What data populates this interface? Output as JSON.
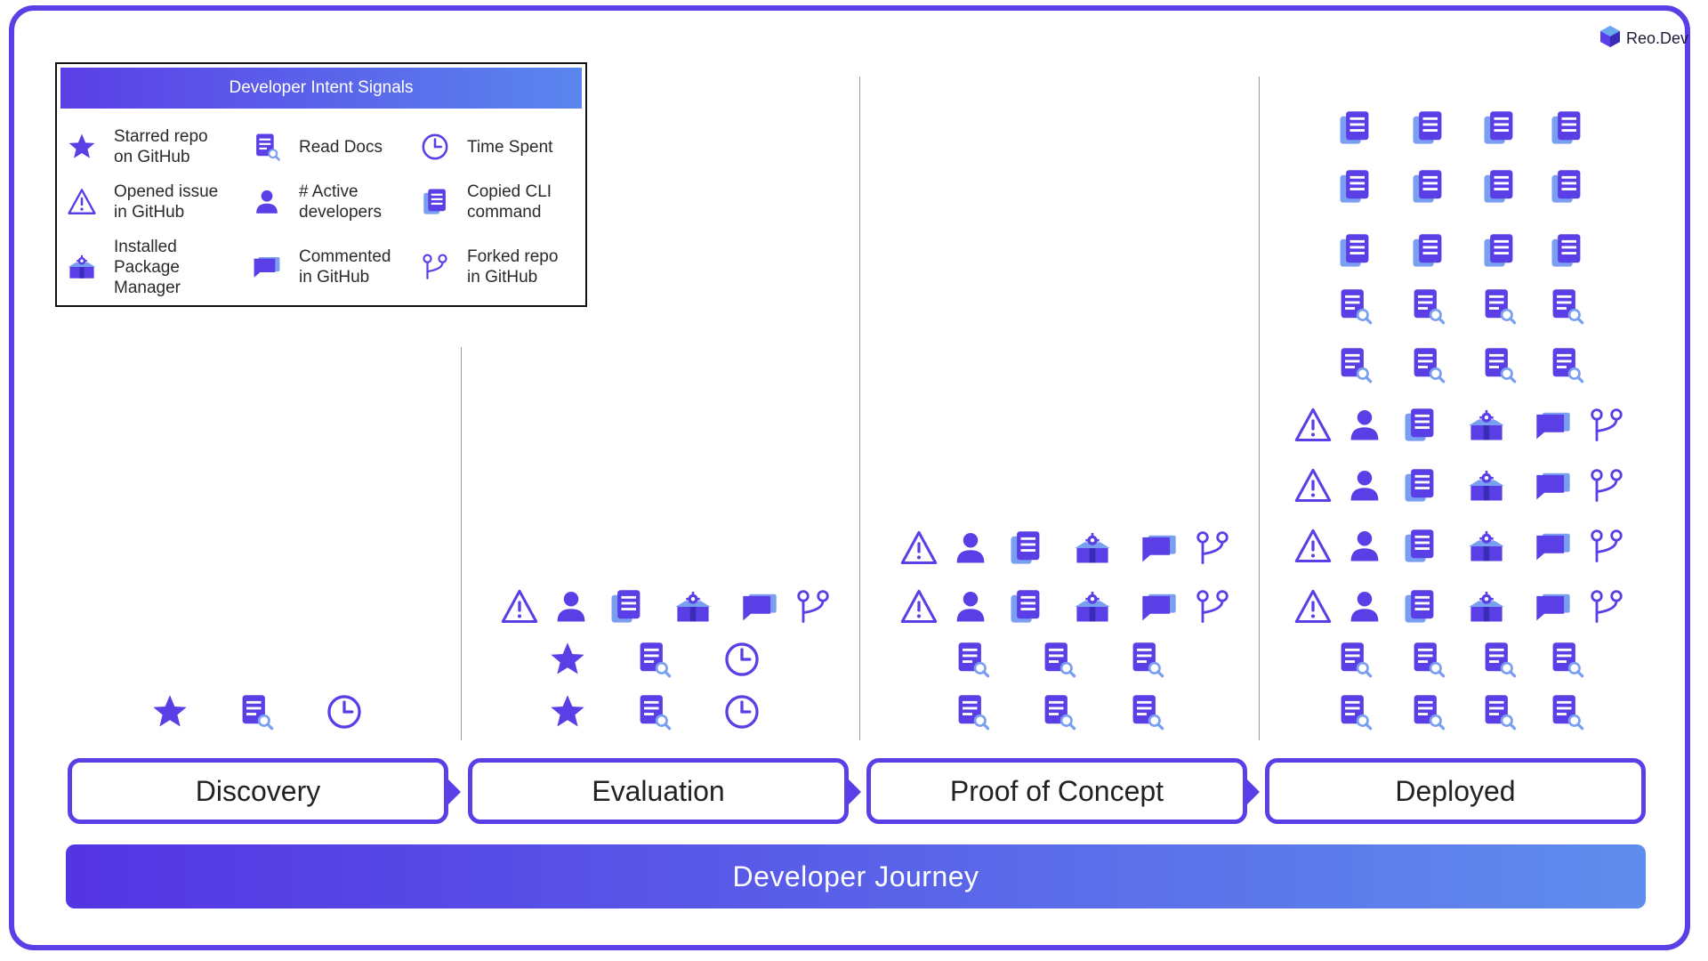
{
  "brand": {
    "name": "Reo.Dev",
    "logo_icon": "hexagon-logo-icon"
  },
  "legend": {
    "title": "Developer Intent Signals",
    "items": [
      {
        "icon": "star",
        "label": "Starred repo\non GitHub"
      },
      {
        "icon": "read-docs",
        "label": "Read Docs"
      },
      {
        "icon": "clock",
        "label": "Time Spent"
      },
      {
        "icon": "warning",
        "label": "Opened issue\nin GitHub"
      },
      {
        "icon": "person",
        "label": "# Active\ndevelopers"
      },
      {
        "icon": "copy",
        "label": "Copied CLI\ncommand"
      },
      {
        "icon": "package",
        "label": "Installed\nPackage\nManager"
      },
      {
        "icon": "comment",
        "label": "Commented\nin GitHub"
      },
      {
        "icon": "fork",
        "label": "Forked repo\nin GitHub"
      }
    ]
  },
  "stages": [
    {
      "label": "Discovery",
      "signals": [
        [
          "star",
          "read-docs",
          "clock"
        ]
      ]
    },
    {
      "label": "Evaluation",
      "signals": [
        [
          "warning",
          "person",
          "copy",
          "package",
          "comment",
          "fork"
        ],
        [
          "star",
          "read-docs",
          "clock"
        ],
        [
          "star",
          "read-docs",
          "clock"
        ]
      ]
    },
    {
      "label": "Proof of Concept",
      "signals": [
        [
          "warning",
          "person",
          "copy",
          "package",
          "comment",
          "fork"
        ],
        [
          "warning",
          "person",
          "copy",
          "package",
          "comment",
          "fork"
        ],
        [
          "read-docs",
          "read-docs",
          "read-docs"
        ],
        [
          "read-docs",
          "read-docs",
          "read-docs"
        ]
      ]
    },
    {
      "label": "Deployed",
      "signals": [
        [
          "copy",
          "copy",
          "copy",
          "copy"
        ],
        [
          "copy",
          "copy",
          "copy",
          "copy"
        ],
        [
          "copy",
          "copy",
          "copy",
          "copy"
        ],
        [
          "read-docs",
          "read-docs",
          "read-docs",
          "read-docs"
        ],
        [
          "read-docs",
          "read-docs",
          "read-docs",
          "read-docs"
        ],
        [
          "warning",
          "person",
          "copy",
          "package",
          "comment",
          "fork"
        ],
        [
          "warning",
          "person",
          "copy",
          "package",
          "comment",
          "fork"
        ],
        [
          "warning",
          "person",
          "copy",
          "package",
          "comment",
          "fork"
        ],
        [
          "warning",
          "person",
          "copy",
          "package",
          "comment",
          "fork"
        ],
        [
          "read-docs",
          "read-docs",
          "read-docs",
          "read-docs"
        ],
        [
          "read-docs",
          "read-docs",
          "read-docs",
          "read-docs"
        ]
      ]
    }
  ],
  "journey": {
    "label": "Developer Journey"
  },
  "colors": {
    "accent": "#5b3fe6",
    "accent_light": "#5a86ee",
    "icon": "#5b3fe6"
  }
}
